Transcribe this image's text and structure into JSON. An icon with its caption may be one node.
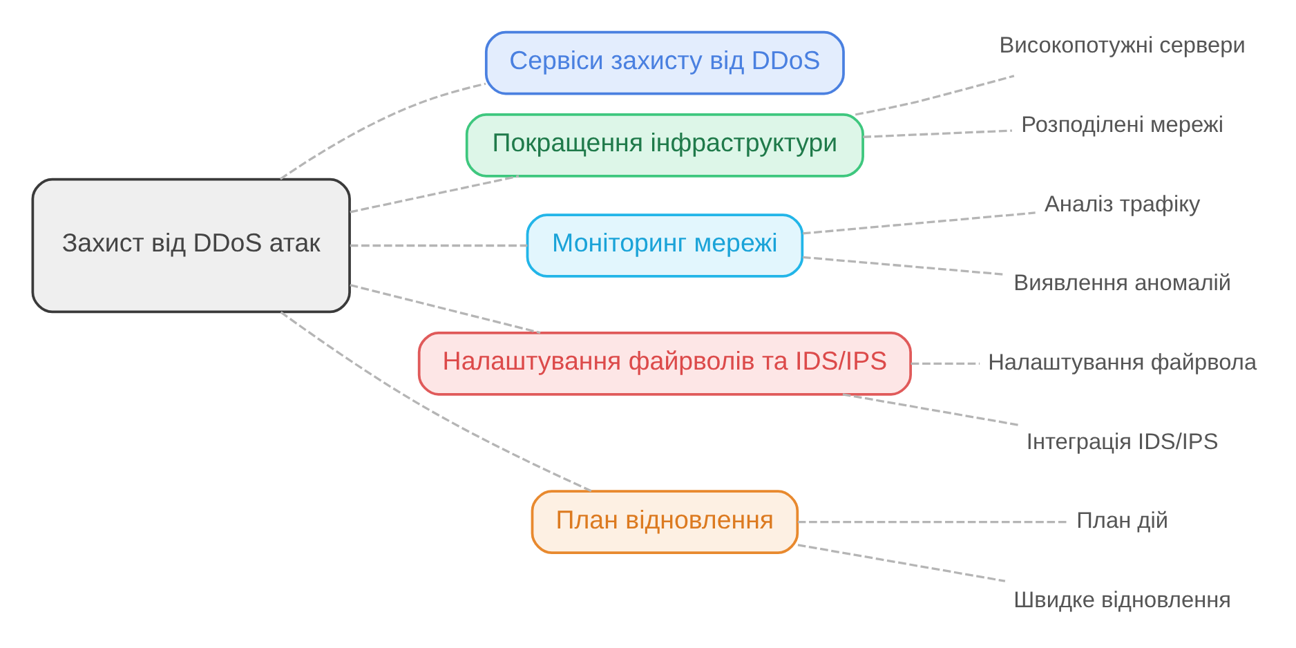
{
  "diagram": {
    "nodes": [
      {
        "text": [
          "Захист від DDoS атак"
        ]
      },
      {
        "text": [
          "Сервіси захисту від DDoS"
        ]
      },
      {
        "text": [
          "Покращення інфраструктури"
        ]
      },
      {
        "text": [
          "Високопотужні сервери"
        ]
      },
      {
        "text": [
          "Розподілені мережі"
        ]
      },
      {
        "text": [
          "Моніторинг мережі"
        ]
      },
      {
        "text": [
          "Аналіз трафіку"
        ]
      },
      {
        "text": [
          "Виявлення аномалій"
        ]
      },
      {
        "text": [
          "Налаштування файрволів та IDS/IPS"
        ]
      },
      {
        "text": [
          "Налаштування файрвола"
        ]
      },
      {
        "text": [
          "Інтеграція IDS/IPS"
        ]
      },
      {
        "text": [
          "План відновлення"
        ]
      },
      {
        "text": [
          "План дій"
        ]
      },
      {
        "text": [
          "Швидке відновлення"
        ]
      }
    ],
    "edges": [
      {
        "from": 0,
        "to": 1,
        "arrow": "none",
        "style": "dashed"
      },
      {
        "from": 0,
        "to": 2,
        "arrow": "none",
        "style": "dashed"
      },
      {
        "from": 2,
        "to": 3,
        "arrow": "none",
        "style": "dashed"
      },
      {
        "from": 2,
        "to": 4,
        "arrow": "none",
        "style": "dashed"
      },
      {
        "from": 0,
        "to": 5,
        "arrow": "none",
        "style": "dashed"
      },
      {
        "from": 5,
        "to": 6,
        "arrow": "none",
        "style": "dashed"
      },
      {
        "from": 5,
        "to": 7,
        "arrow": "none",
        "style": "dashed"
      },
      {
        "from": 0,
        "to": 8,
        "arrow": "none",
        "style": "dashed"
      },
      {
        "from": 8,
        "to": 9,
        "arrow": "none",
        "style": "dashed"
      },
      {
        "from": 8,
        "to": 10,
        "arrow": "none",
        "style": "dashed"
      },
      {
        "from": 0,
        "to": 11,
        "arrow": "none",
        "style": "dashed"
      },
      {
        "from": 11,
        "to": 12,
        "arrow": "none",
        "style": "dashed"
      },
      {
        "from": 11,
        "to": 13,
        "arrow": "none",
        "style": "dashed"
      }
    ]
  }
}
